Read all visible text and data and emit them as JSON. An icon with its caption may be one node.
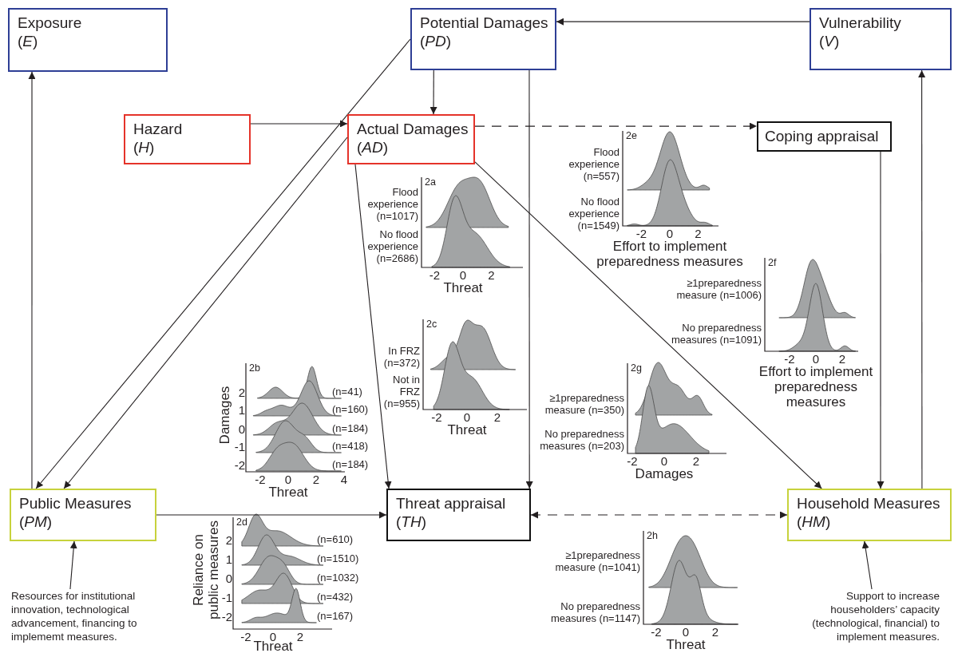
{
  "diagram": {
    "nodes": [
      {
        "text": [
          "Exposure",
          "(*E*)"
        ]
      },
      {
        "text": [
          "Potential Damages",
          "(*PD*)"
        ]
      },
      {
        "text": [
          "Vulnerability",
          "(*V*)"
        ]
      },
      {
        "text": [
          "Hazard",
          "(*H*)"
        ]
      },
      {
        "text": [
          "Actual Damages",
          "(*AD*)"
        ]
      },
      {
        "text": [
          "Coping appraisal"
        ]
      },
      {
        "text": [
          "Public Measures",
          "(*PM*)"
        ]
      },
      {
        "text": [
          "Threat appraisal",
          "(*TH*)"
        ]
      },
      {
        "text": [
          "Household Measures",
          "(*HM*)"
        ]
      },
      {
        "text": [
          "Resources for institutional innovation, technological advancement, financing to implememt measures."
        ]
      },
      {
        "text": [
          "Support to increase householders’ capacity (technological, financial) to implement measures."
        ]
      }
    ],
    "edges": [
      {
        "from": 6,
        "to": 0,
        "arrow": "to"
      },
      {
        "from": 2,
        "to": 1,
        "arrow": "to"
      },
      {
        "from": 1,
        "to": 4,
        "arrow": "to"
      },
      {
        "from": 1,
        "to": 7,
        "arrow": "to"
      },
      {
        "from": 1,
        "to": 6,
        "arrow": "to"
      },
      {
        "from": 4,
        "to": 6,
        "arrow": "to"
      },
      {
        "from": 3,
        "to": 4,
        "arrow": "to"
      },
      {
        "from": 4,
        "to": 5,
        "arrow": "to",
        "style": "dashed"
      },
      {
        "from": 4,
        "to": 7,
        "arrow": "to"
      },
      {
        "from": 4,
        "to": 8,
        "arrow": "to"
      },
      {
        "from": 5,
        "to": 8,
        "arrow": "to"
      },
      {
        "from": 8,
        "to": 2,
        "arrow": "to"
      },
      {
        "from": 6,
        "to": 7,
        "arrow": "to"
      },
      {
        "from": 7,
        "to": 8,
        "arrow": "both",
        "style": "dashed"
      },
      {
        "from": 9,
        "to": 6,
        "arrow": "to"
      },
      {
        "from": 10,
        "to": 8,
        "arrow": "to"
      }
    ],
    "labels": [
      "2a",
      "Flood experience (n=1017)",
      "No flood experience (n=2686)",
      "-2",
      "0",
      "2",
      "Threat",
      "2e",
      "Flood experience (n=557)",
      "No flood experience (n=1549)",
      "-2",
      "0",
      "2",
      "Effort to implement preparedness measures",
      "2f",
      "≥1preparedness measure (n=1006)",
      "No preparedness measures (n=1091)",
      "-2",
      "0",
      "2",
      "Effort to implement preparedness measures",
      "2c",
      "In FRZ (n=372)",
      "Not in FRZ (n=955)",
      "-2",
      "0",
      "2",
      "Threat",
      "2b",
      "Damages",
      "2",
      "1",
      "0",
      "-1",
      "-2",
      "(n=41)",
      "(n=160)",
      "(n=184)",
      "(n=418)",
      "(n=184)",
      "-2",
      "0",
      "2",
      "4",
      "Threat",
      "2g",
      "≥1preparedness measure (n=350)",
      "No preparedness measures (n=203)",
      "-2",
      "0",
      "2",
      "Damages",
      "2d",
      "Reliance on public measures",
      "2",
      "1",
      "0",
      "-1",
      "-2",
      "(n=610)",
      "(n=1510)",
      "(n=1032)",
      "(n=432)",
      "(n=167)",
      "-2",
      "0",
      "2",
      "Threat",
      "2h",
      "≥1preparedness measure (n=1041)",
      "No preparedness measures (n=1147)",
      "-2",
      "0",
      "2",
      "Threat"
    ]
  }
}
